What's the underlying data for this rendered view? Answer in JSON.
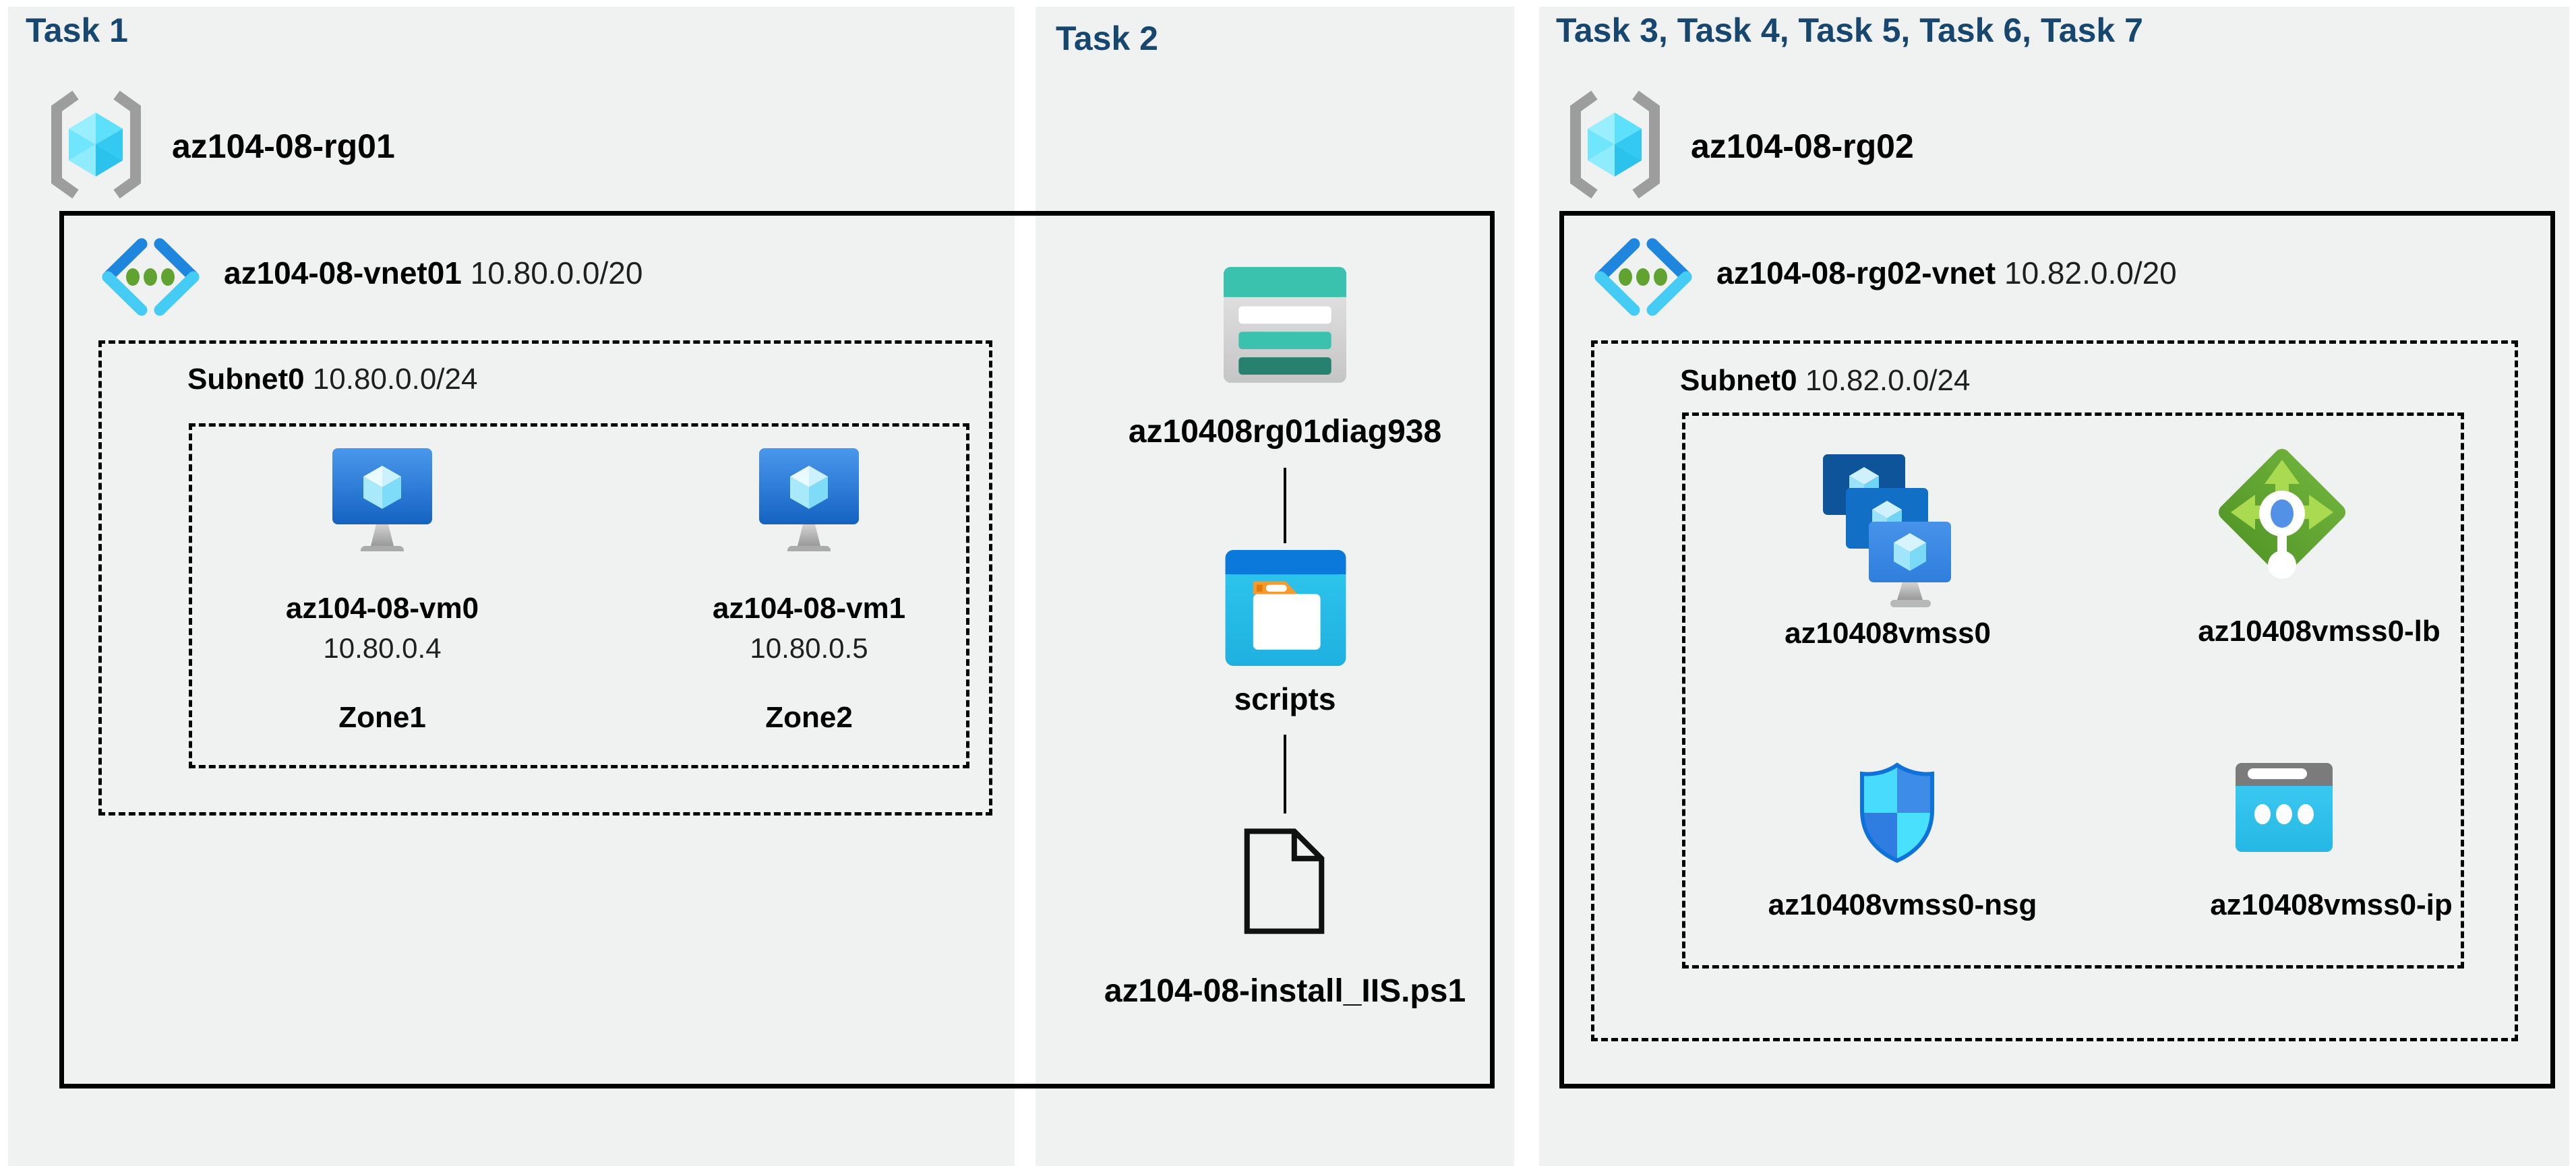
{
  "colors": {
    "page_bg": "#ffffff",
    "panel_bg": "#f0f1f1",
    "heading": "#17476e",
    "label": "#000000",
    "azure_blue": "#1e86dc",
    "azure_cyan": "#44ccf5",
    "vnet_dot_green": "#61a331",
    "lb_green": "#5fa331",
    "storage_teal": "#3bc2af",
    "storage_teal_dark": "#26816f",
    "folder_orange": "#f7992b"
  },
  "task1": {
    "heading": "Task 1",
    "resource_group": {
      "name": "az104-08-rg01",
      "icon": "resource-group-icon"
    },
    "vnet": {
      "name": "az104-08-vnet01",
      "cidr": "10.80.0.0/20",
      "icon": "virtual-network-icon"
    },
    "subnet": {
      "name": "Subnet0",
      "cidr": "10.80.0.0/24"
    },
    "vms": [
      {
        "name": "az104-08-vm0",
        "ip": "10.80.0.4",
        "zone": "Zone1",
        "icon": "virtual-machine-icon"
      },
      {
        "name": "az104-08-vm1",
        "ip": "10.80.0.5",
        "zone": "Zone2",
        "icon": "virtual-machine-icon"
      }
    ]
  },
  "task2": {
    "heading": "Task 2",
    "storage_account": {
      "name": "az10408rg01diag938",
      "icon": "storage-account-icon"
    },
    "container": {
      "name": "scripts",
      "icon": "blob-container-icon"
    },
    "file": {
      "name": "az104-08-install_IIS.ps1",
      "icon": "file-icon"
    }
  },
  "task3": {
    "heading": "Task 3, Task 4, Task 5, Task 6, Task 7",
    "resource_group": {
      "name": "az104-08-rg02",
      "icon": "resource-group-icon"
    },
    "vnet": {
      "name": "az104-08-rg02-vnet",
      "cidr": "10.82.0.0/20",
      "icon": "virtual-network-icon"
    },
    "subnet": {
      "name": "Subnet0",
      "cidr": "10.82.0.0/24"
    },
    "resources": [
      {
        "name": "az10408vmss0",
        "icon": "vm-scale-set-icon"
      },
      {
        "name": "az10408vmss0-lb",
        "icon": "load-balancer-icon"
      },
      {
        "name": "az10408vmss0-nsg",
        "icon": "network-security-group-icon"
      },
      {
        "name": "az10408vmss0-ip",
        "icon": "public-ip-icon"
      }
    ]
  }
}
